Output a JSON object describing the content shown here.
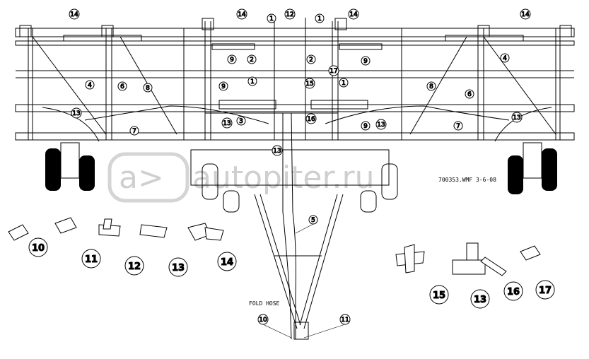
{
  "drawing": {
    "file_stamp": "700353.WMF 3-6-08",
    "fold_hose_label": "FOLD HOSE",
    "watermark_text": "autopiter.ru",
    "watermark_logo": "a>",
    "line_color": "#000000",
    "tire_color": "#000000",
    "watermark_color": "#cfcfcf"
  },
  "callouts": {
    "c1": "14",
    "c2": "14",
    "c3": "14",
    "c4": "14",
    "c5": "1",
    "c6": "12",
    "c7": "1",
    "c8": "9",
    "c9": "9",
    "c10": "2",
    "c11": "2",
    "c12": "17",
    "c13": "4",
    "c14": "6",
    "c15": "8",
    "c16": "4",
    "c17": "6",
    "c18": "8",
    "c19": "9",
    "c20": "1",
    "c21": "15",
    "c22": "1",
    "c23": "13",
    "c24": "3",
    "c25": "16",
    "c26": "9",
    "c27": "13",
    "c28": "7",
    "c29": "7",
    "c30": "13",
    "c31": "13",
    "c32": "13",
    "c33": "5",
    "c34": "10",
    "c35": "11"
  },
  "parts": {
    "p10": "10",
    "p11": "11",
    "p12": "12",
    "p13": "13",
    "p14": "14",
    "p15": "15",
    "p13b": "13",
    "p16": "16",
    "p17": "17"
  }
}
